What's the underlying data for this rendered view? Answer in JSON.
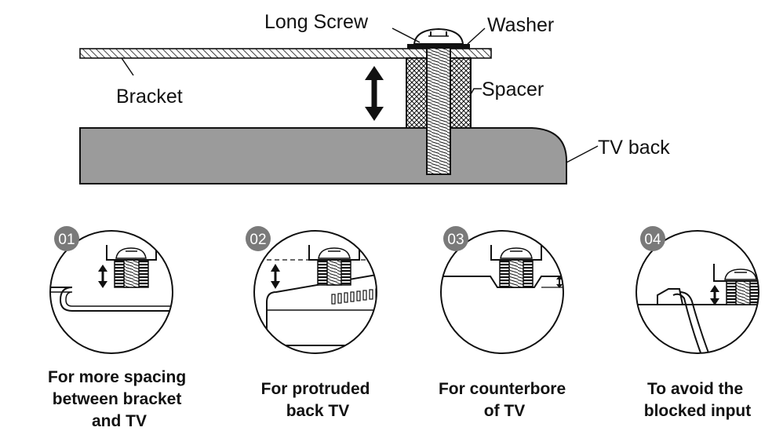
{
  "labels": {
    "long_screw": "Long Screw",
    "washer": "Washer",
    "bracket": "Bracket",
    "spacer": "Spacer",
    "tv_back": "TV back"
  },
  "cases": [
    {
      "number": "01",
      "caption_lines": [
        "For more spacing",
        "between bracket",
        "and TV"
      ]
    },
    {
      "number": "02",
      "caption_lines": [
        "For protruded",
        "back TV"
      ]
    },
    {
      "number": "03",
      "caption_lines": [
        "For counterbore",
        "of TV"
      ]
    },
    {
      "number": "04",
      "caption_lines": [
        "To avoid the",
        "blocked input"
      ]
    }
  ],
  "colors": {
    "tv_body": "#9b9b9b",
    "badge": "#7a7a7a",
    "line": "#111111"
  }
}
